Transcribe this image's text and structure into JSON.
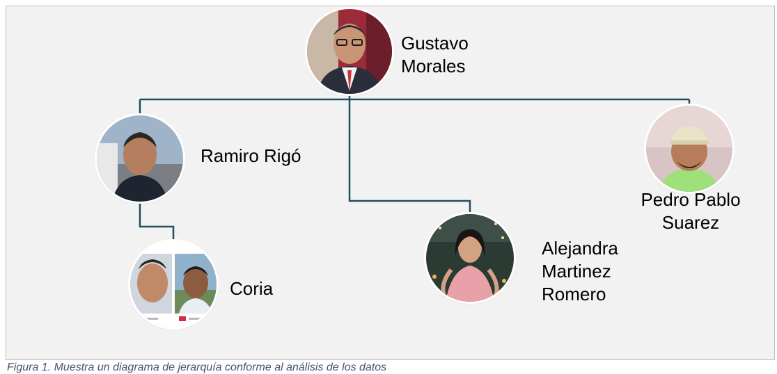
{
  "diagram": {
    "line_color": "#1f4e5f",
    "background": "#f2f2f2",
    "nodes": [
      {
        "id": "gustavo",
        "name": "Gustavo\nMorales"
      },
      {
        "id": "ramiro",
        "name": "Ramiro Rigó"
      },
      {
        "id": "alejandra",
        "name": "Alejandra\nMartinez\nRomero"
      },
      {
        "id": "pedro",
        "name": "Pedro Pablo\nSuarez"
      },
      {
        "id": "coria",
        "name": "Coria"
      }
    ],
    "edges": [
      {
        "from": "gustavo",
        "to": "ramiro"
      },
      {
        "from": "gustavo",
        "to": "alejandra"
      },
      {
        "from": "gustavo",
        "to": "pedro"
      },
      {
        "from": "ramiro",
        "to": "coria"
      }
    ]
  },
  "caption": "Figura 1. Muestra un diagrama de jerarquía conforme al análisis de los datos"
}
